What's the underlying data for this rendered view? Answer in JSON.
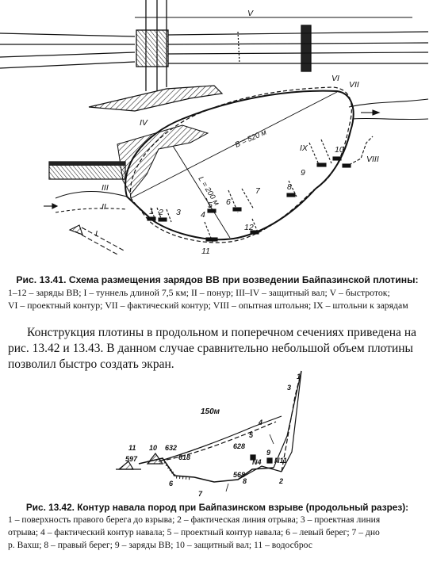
{
  "figure1": {
    "labels": {
      "V": "V",
      "VI": "VI",
      "VII": "VII",
      "IV": "IV",
      "III": "III",
      "II": "II",
      "I": "I",
      "IX": "IX",
      "VIII": "VIII",
      "B": "B = 520 м",
      "L": "L = 200 м",
      "c1": "1",
      "c2": "2",
      "c3": "3",
      "c4": "4",
      "c5": "5",
      "c6": "6",
      "c7": "7",
      "c8": "8",
      "c9": "9",
      "c10": "10",
      "c11": "11",
      "c12": "12"
    },
    "caption_title": "Рис. 13.41. Схема размещения зарядов ВВ при возведении Байпазинской плотины:",
    "legend_lines": [
      "1–12 – заряды ВВ; I – туннель длиной 7,5 км; II – понур; III–IV – защитный вал; V – быстроток;",
      "VI – проектный контур; VII – фактический контур; VIII – опытная штольня; IX – штольни к зарядам"
    ]
  },
  "body": {
    "lines": [
      "Конструкция плотины в продольном и поперечном сечениях приведена на",
      "рис. 13.42 и 13.43. В данном случае сравнительно небольшой объем плотины",
      "позволил быстро создать экран."
    ]
  },
  "figure2": {
    "labels": {
      "scale": "150м",
      "e632": "632",
      "e618": "618",
      "e628": "628",
      "e597": "597",
      "e568": "568",
      "n4": "N4",
      "n11": "N11",
      "l1": "1",
      "l2": "2",
      "l3": "3",
      "l4": "4",
      "l5": "5",
      "l6": "6",
      "l7": "7",
      "l8": "8",
      "l9": "9",
      "l10": "10",
      "l11": "11"
    },
    "caption_title": "Рис. 13.42. Контур навала пород при Байпазинском взрыве (продольный разрез):",
    "legend_lines": [
      "1 – поверхность правого берега до взрыва; 2 – фактическая линия отрыва; 3 – проектная линия",
      "отрыва; 4 – фактический контур навала; 5 – проектный контур навала; 6 – левый берег; 7 – дно",
      "р. Вахш; 8 – правый берег; 9 – заряды ВВ; 10 – защитный вал; 11 – водосброс"
    ]
  }
}
